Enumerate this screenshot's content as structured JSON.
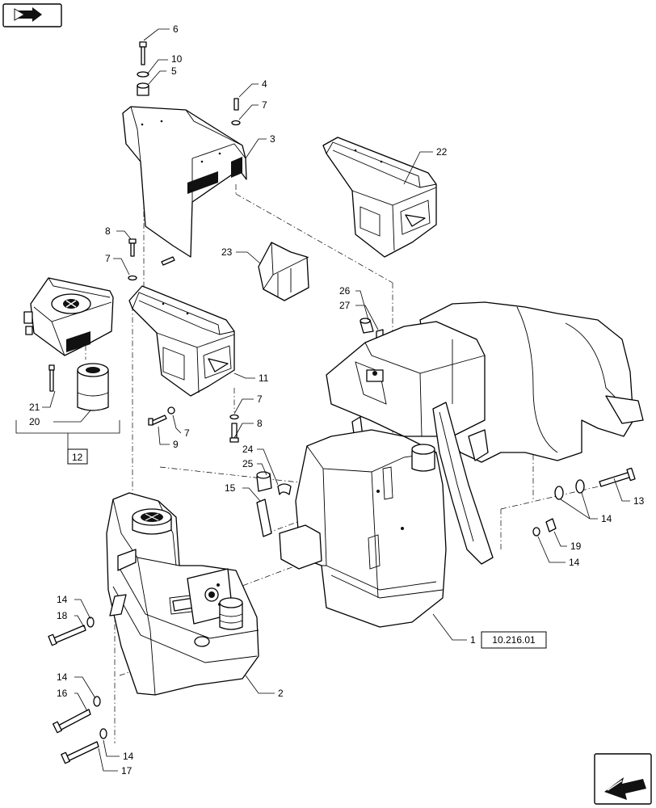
{
  "nav": {
    "top_icon": "page-back-arrow-icon",
    "bottom_icon": "page-forward-arrow-icon"
  },
  "callouts": {
    "c6": "6",
    "c10": "10",
    "c5": "5",
    "c4": "4",
    "c7a": "7",
    "c3": "3",
    "c22": "22",
    "c8a": "8",
    "c7b": "7",
    "c23": "23",
    "c26": "26",
    "c27": "27",
    "c11": "11",
    "c21": "21",
    "c20": "20",
    "c7c": "7",
    "c9": "9",
    "c7d": "7",
    "c8b": "8",
    "c12": "12",
    "c24": "24",
    "c25": "25",
    "c15": "15",
    "c13": "13",
    "c14a": "14",
    "c19": "19",
    "c14b": "14",
    "c14c": "14",
    "c18": "18",
    "c14d": "14",
    "c16": "16",
    "c14e": "14",
    "c17": "17",
    "c1": "1",
    "c2": "2"
  },
  "reference_box": "10.216.01"
}
